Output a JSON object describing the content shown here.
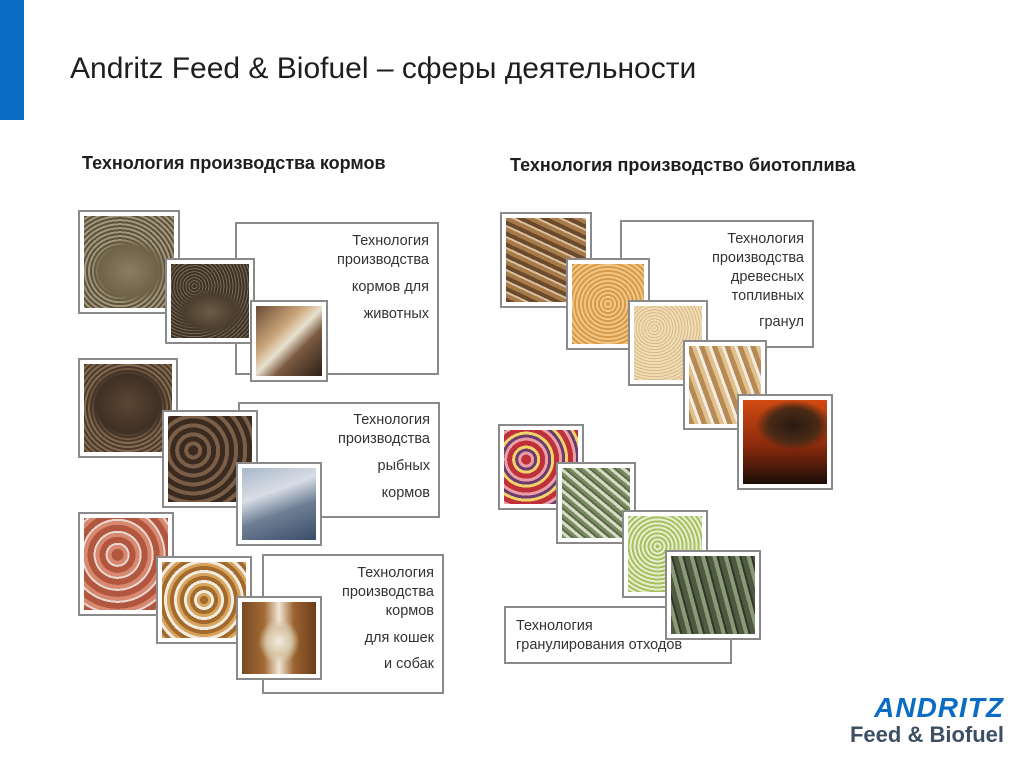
{
  "slide": {
    "title": "Andritz Feed & Biofuel – сферы деятельности",
    "left_heading": "Технология производства кормов",
    "right_heading": "Технология производство биотоплива"
  },
  "feed": {
    "animal": [
      "Технология",
      "производства",
      "кормов для",
      "животных"
    ],
    "fish": [
      "Технология",
      "производства",
      "рыбных",
      "кормов"
    ],
    "pet": [
      "Технология",
      "производства",
      "кормов",
      "для кошек",
      "и собак"
    ]
  },
  "biofuel": {
    "wood": [
      "Технология",
      "производства",
      "древесных",
      "топливных",
      "гранул"
    ],
    "waste": [
      "Технология",
      "гранулирования отходов"
    ]
  },
  "logo": {
    "brand": "ANDRITZ",
    "division": "Feed & Biofuel",
    "brand_color": "#0a6cc4"
  }
}
